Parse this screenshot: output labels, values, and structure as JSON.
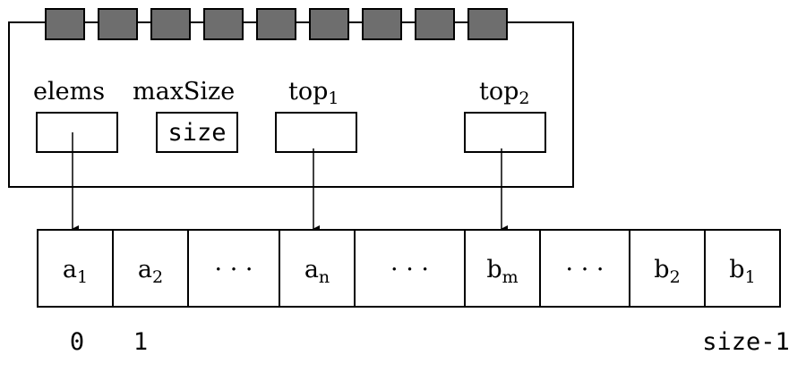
{
  "struct_box": {
    "fields": [
      {
        "key": "elems",
        "label": "elems",
        "value": ""
      },
      {
        "key": "maxSize",
        "label": "maxSize",
        "value": "size"
      },
      {
        "key": "top1",
        "label_base": "top",
        "label_sub": "1",
        "value": ""
      },
      {
        "key": "top2",
        "label_base": "top",
        "label_sub": "2",
        "value": ""
      }
    ],
    "header_block_count": 9,
    "header_block_color": "#6e6e6e"
  },
  "array": {
    "cells": [
      {
        "base": "a",
        "sub": "1"
      },
      {
        "base": "a",
        "sub": "2"
      },
      {
        "base": "· · ·",
        "sub": ""
      },
      {
        "base": "a",
        "sub": "n"
      },
      {
        "base": "· · ·",
        "sub": ""
      },
      {
        "base": "b",
        "sub": "m"
      },
      {
        "base": "· · ·",
        "sub": ""
      },
      {
        "base": "b",
        "sub": "2"
      },
      {
        "base": "b",
        "sub": "1"
      }
    ],
    "index_labels": {
      "first": "0",
      "second": "1",
      "last": "size-1"
    }
  }
}
